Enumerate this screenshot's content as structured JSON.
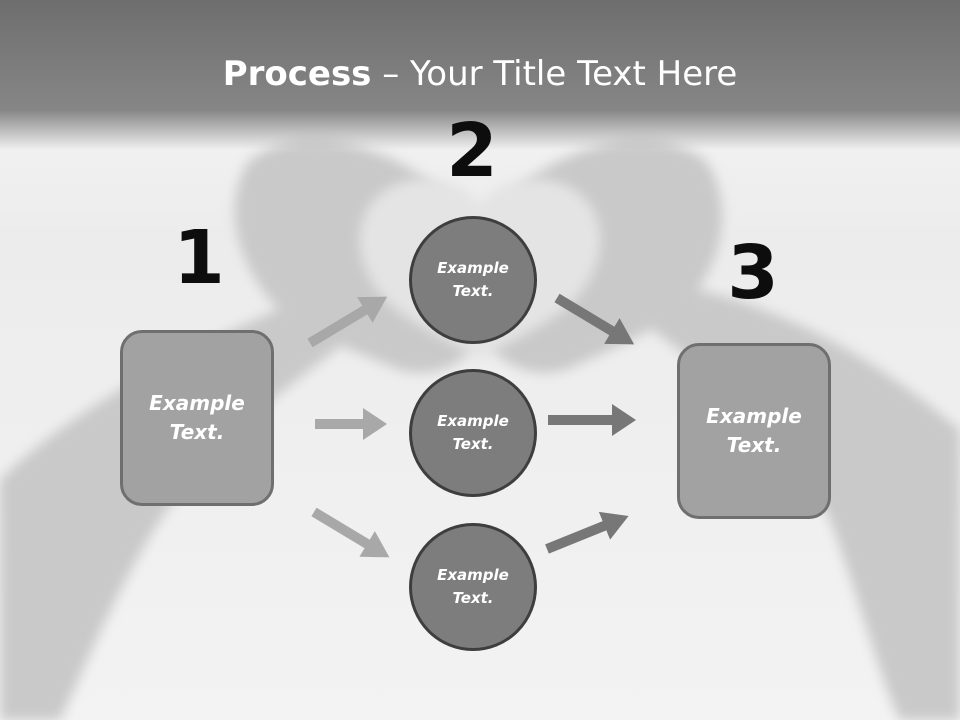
{
  "title": {
    "bold": "Process",
    "rest": " – Your Title Text Here"
  },
  "steps": [
    {
      "number": "1",
      "text": "Example Text."
    },
    {
      "number": "2",
      "text": "Example Text."
    },
    {
      "number": "3",
      "text": "Example Text."
    }
  ],
  "circles": [
    {
      "text": "Example Text."
    },
    {
      "text": "Example Text."
    },
    {
      "text": "Example Text."
    }
  ],
  "colors": {
    "title_bar": "#7a7a7a",
    "box_fill": "#a2a2a2",
    "box_border": "#6f6f6f",
    "circle_fill": "#7d7d7d",
    "circle_border": "#3e3e3e",
    "arrow_light": "#a8a8a8",
    "arrow_dark": "#777777",
    "number_text": "#0d0d0d"
  }
}
